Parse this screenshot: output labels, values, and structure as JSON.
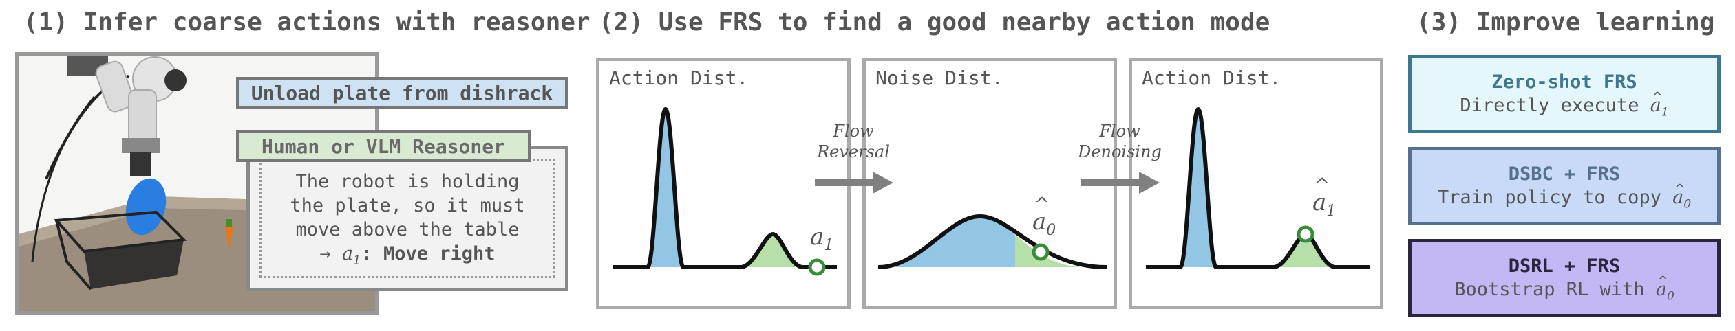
{
  "sections": {
    "s1_title": "(1) Infer coarse actions with reasoner",
    "s2_title": "(2) Use FRS to find a good nearby action mode",
    "s3_title": "(3) Improve learning"
  },
  "reasoner": {
    "task": "Unload plate from dishrack",
    "reasoner_label": "Human or VLM Reasoner",
    "thought_lines": [
      "The robot is holding",
      "the plate, so it must",
      "move above the table"
    ],
    "action_symbol": "a",
    "action_subscript": "1",
    "action_prefix": "→ ",
    "action_text": ": Move right"
  },
  "panels": [
    {
      "label": "Action Dist.",
      "point_label": "a",
      "point_sub": "1",
      "hat": false
    },
    {
      "label": "Noise Dist.",
      "point_label": "a",
      "point_sub": "0",
      "hat": true
    },
    {
      "label": "Action Dist.",
      "point_label": "a",
      "point_sub": "1",
      "hat": true
    }
  ],
  "arrows": [
    {
      "line1": "Flow",
      "line2": "Reversal"
    },
    {
      "line1": "Flow",
      "line2": "Denoising"
    }
  ],
  "results": [
    {
      "title": "Zero-shot FRS",
      "sub_text": "Directly execute ",
      "sym": "a",
      "sub": "1",
      "bg": "#e6f7fc",
      "border": "#3d7893",
      "title_color": "#3d7893"
    },
    {
      "title": "DSBC + FRS",
      "sub_text": "Train policy to copy ",
      "sym": "a",
      "sub": "0",
      "bg": "#c9daf8",
      "border": "#56718f",
      "title_color": "#56718f"
    },
    {
      "title": "DSRL + FRS",
      "sub_text": "Bootstrap RL with ",
      "sym": "a",
      "sub": "0",
      "bg": "#c3b7f4",
      "border": "#2b2540",
      "title_color": "#2b2540"
    }
  ],
  "colors": {
    "blue_fill": "#93c6e4",
    "green_fill": "#b6dfaa",
    "point_green": "#3a8c3a",
    "panel_border": "#aaaaaa",
    "arrow_gray": "#808080"
  }
}
